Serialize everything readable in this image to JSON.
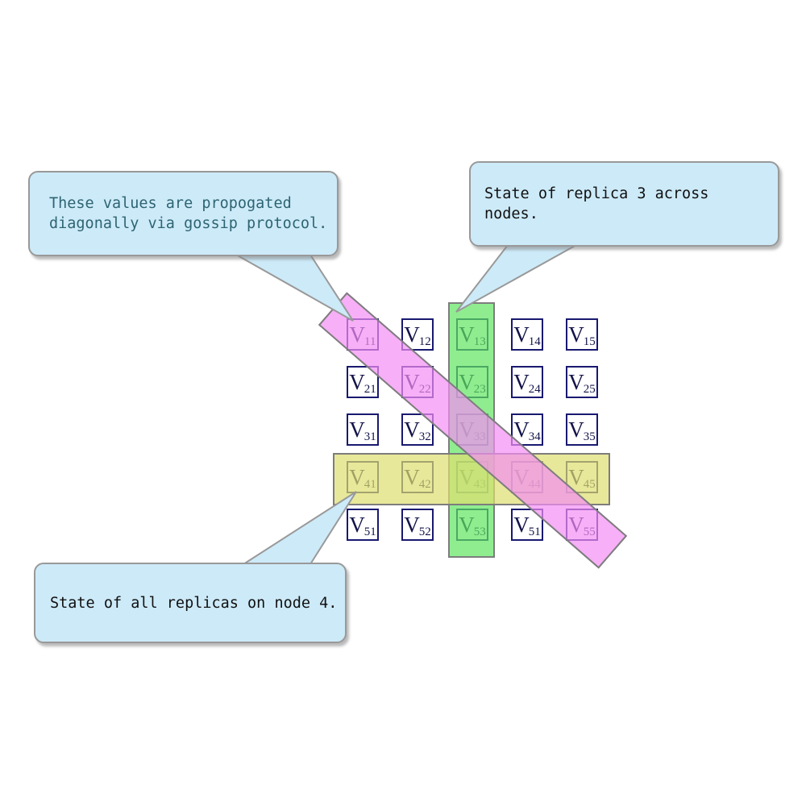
{
  "diagram": {
    "type": "replicated-state-matrix",
    "grid": {
      "symbol": "V",
      "rows": [
        [
          "11",
          "12",
          "13",
          "14",
          "15"
        ],
        [
          "21",
          "22",
          "23",
          "24",
          "25"
        ],
        [
          "31",
          "32",
          "33",
          "34",
          "35"
        ],
        [
          "41",
          "42",
          "43",
          "44",
          "45"
        ],
        [
          "51",
          "52",
          "53",
          "51",
          "55"
        ]
      ]
    },
    "highlights": [
      {
        "name": "replica-3-column",
        "shape": "vertical-rect",
        "color": "#5fe65f",
        "covers": "column 3"
      },
      {
        "name": "node-4-row",
        "shape": "horizontal-rect",
        "color": "#dede6f",
        "covers": "row 4"
      },
      {
        "name": "gossip-diagonal",
        "shape": "rotated-band",
        "color": "#f38df3",
        "covers": "V11 V22 V33 V44 V55"
      }
    ],
    "callouts": [
      {
        "id": "gossip",
        "lines": [
          "These values are propogated",
          "diagonally via gossip protocol."
        ],
        "text_color": "#2e6472",
        "points_to": "diagonal band at V11"
      },
      {
        "id": "replica3",
        "lines": [
          "State of replica 3 across nodes."
        ],
        "text_color": "#111111",
        "points_to": "top of green column"
      },
      {
        "id": "node4",
        "lines": [
          "State of all replicas on node 4."
        ],
        "text_color": "#111111",
        "points_to": "yellow row at V41"
      }
    ],
    "colors": {
      "callout_fill": "#cdeaf8",
      "callout_border": "#999999",
      "cell_border": "#191970",
      "cell_text": "#13134a",
      "overlay_border": "#7d7d7d",
      "background": "#ffffff"
    }
  }
}
